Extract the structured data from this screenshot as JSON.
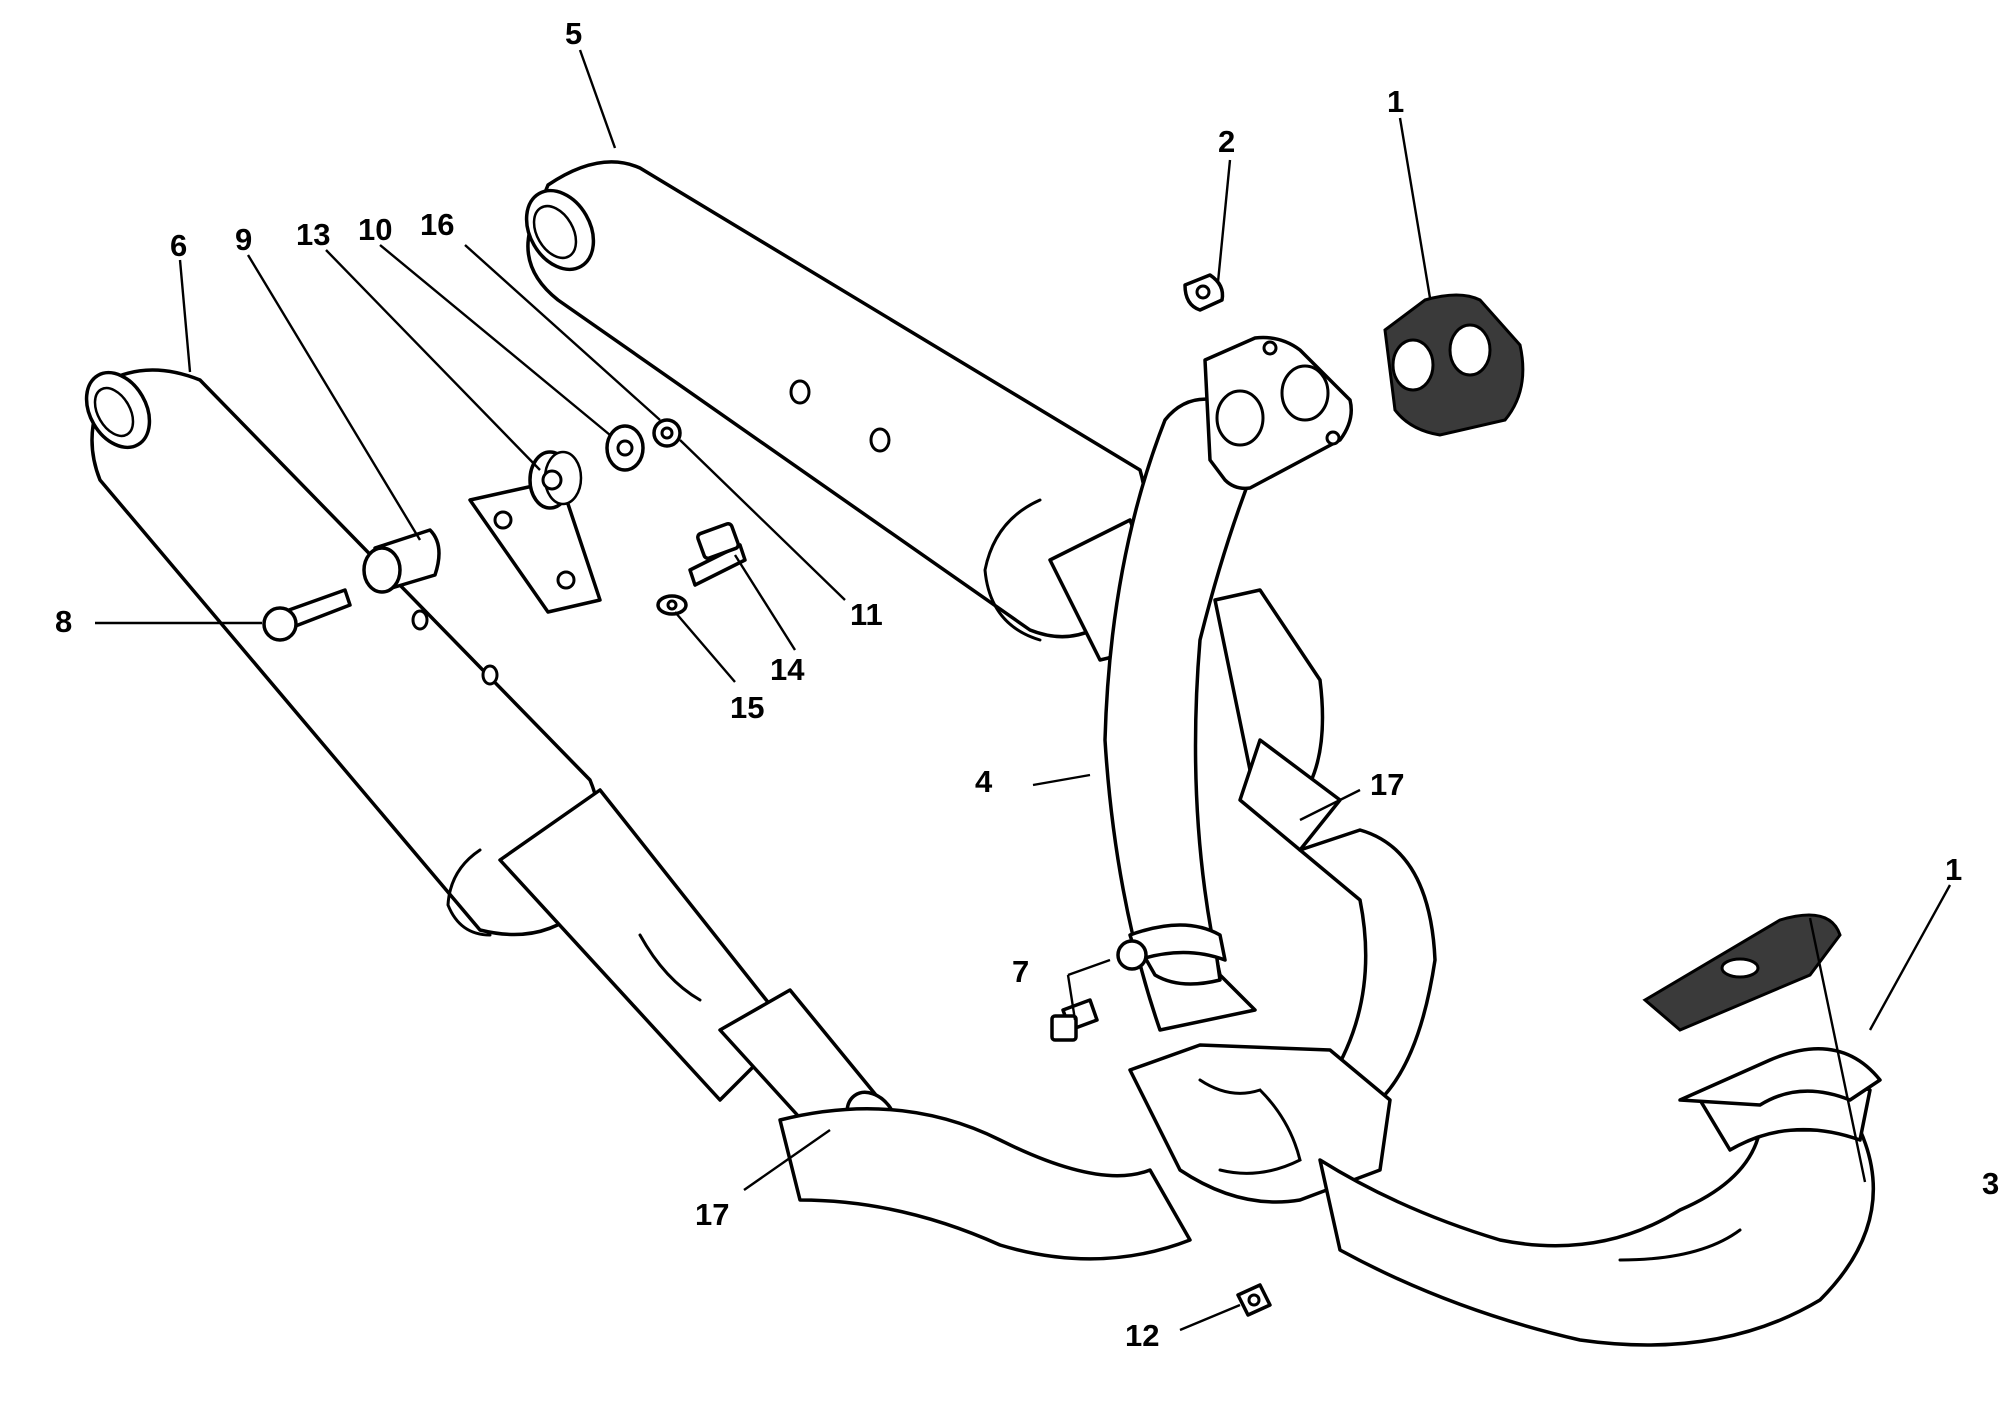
{
  "callouts": [
    {
      "id": "c1a",
      "label": "1"
    },
    {
      "id": "c1b",
      "label": "1"
    },
    {
      "id": "c2",
      "label": "2"
    },
    {
      "id": "c3",
      "label": "3"
    },
    {
      "id": "c4",
      "label": "4"
    },
    {
      "id": "c5",
      "label": "5"
    },
    {
      "id": "c6",
      "label": "6"
    },
    {
      "id": "c7",
      "label": "7"
    },
    {
      "id": "c8",
      "label": "8"
    },
    {
      "id": "c9",
      "label": "9"
    },
    {
      "id": "c10",
      "label": "10"
    },
    {
      "id": "c11",
      "label": "11"
    },
    {
      "id": "c12",
      "label": "12"
    },
    {
      "id": "c13",
      "label": "13"
    },
    {
      "id": "c14",
      "label": "14"
    },
    {
      "id": "c15",
      "label": "15"
    },
    {
      "id": "c16",
      "label": "16"
    },
    {
      "id": "c17a",
      "label": "17"
    },
    {
      "id": "c17b",
      "label": "17"
    }
  ]
}
